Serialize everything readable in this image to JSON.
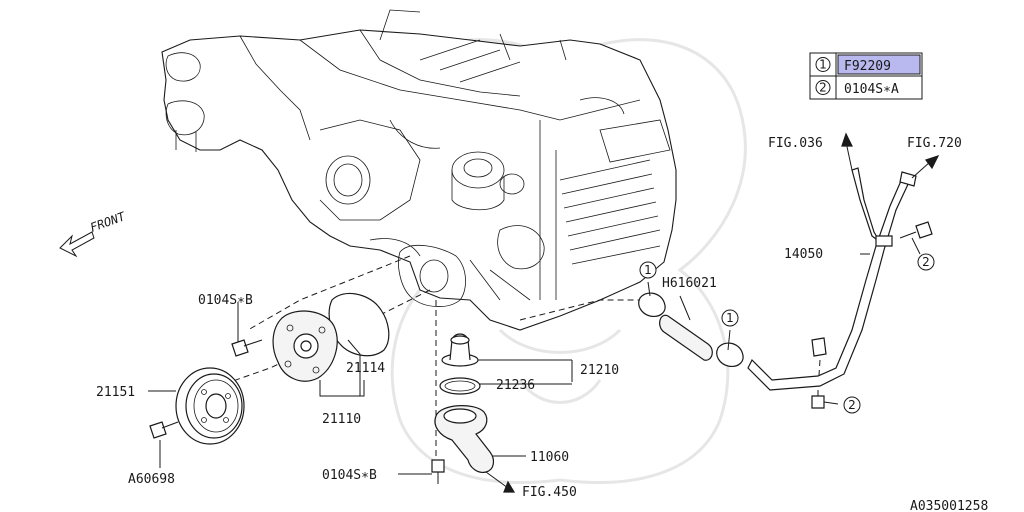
{
  "legend": {
    "rows": [
      {
        "num": "1",
        "code": "F92209",
        "highlighted": true
      },
      {
        "num": "2",
        "code": "0104S∗A",
        "highlighted": false
      }
    ]
  },
  "labels": {
    "front": "FRONT",
    "fig036": "FIG.036",
    "fig720": "FIG.720",
    "fig450": "FIG.450",
    "p14050": "14050",
    "h616021": "H616021",
    "p21210": "21210",
    "p21236": "21236",
    "p21114": "21114",
    "p21110": "21110",
    "p21151": "21151",
    "a60698": "A60698",
    "bolt_b_upper": "0104S∗B",
    "bolt_b_lower": "0104S∗B",
    "p11060": "11060",
    "ref": "A035001258"
  },
  "callouts": {
    "clamp_a": "1",
    "clamp_b": "1",
    "bolt_upper": "2",
    "bolt_lower": "2"
  },
  "colors": {
    "line": "#1a1a1a",
    "highlight": "#b9b9ef",
    "watermark": "#e6e6e6"
  }
}
